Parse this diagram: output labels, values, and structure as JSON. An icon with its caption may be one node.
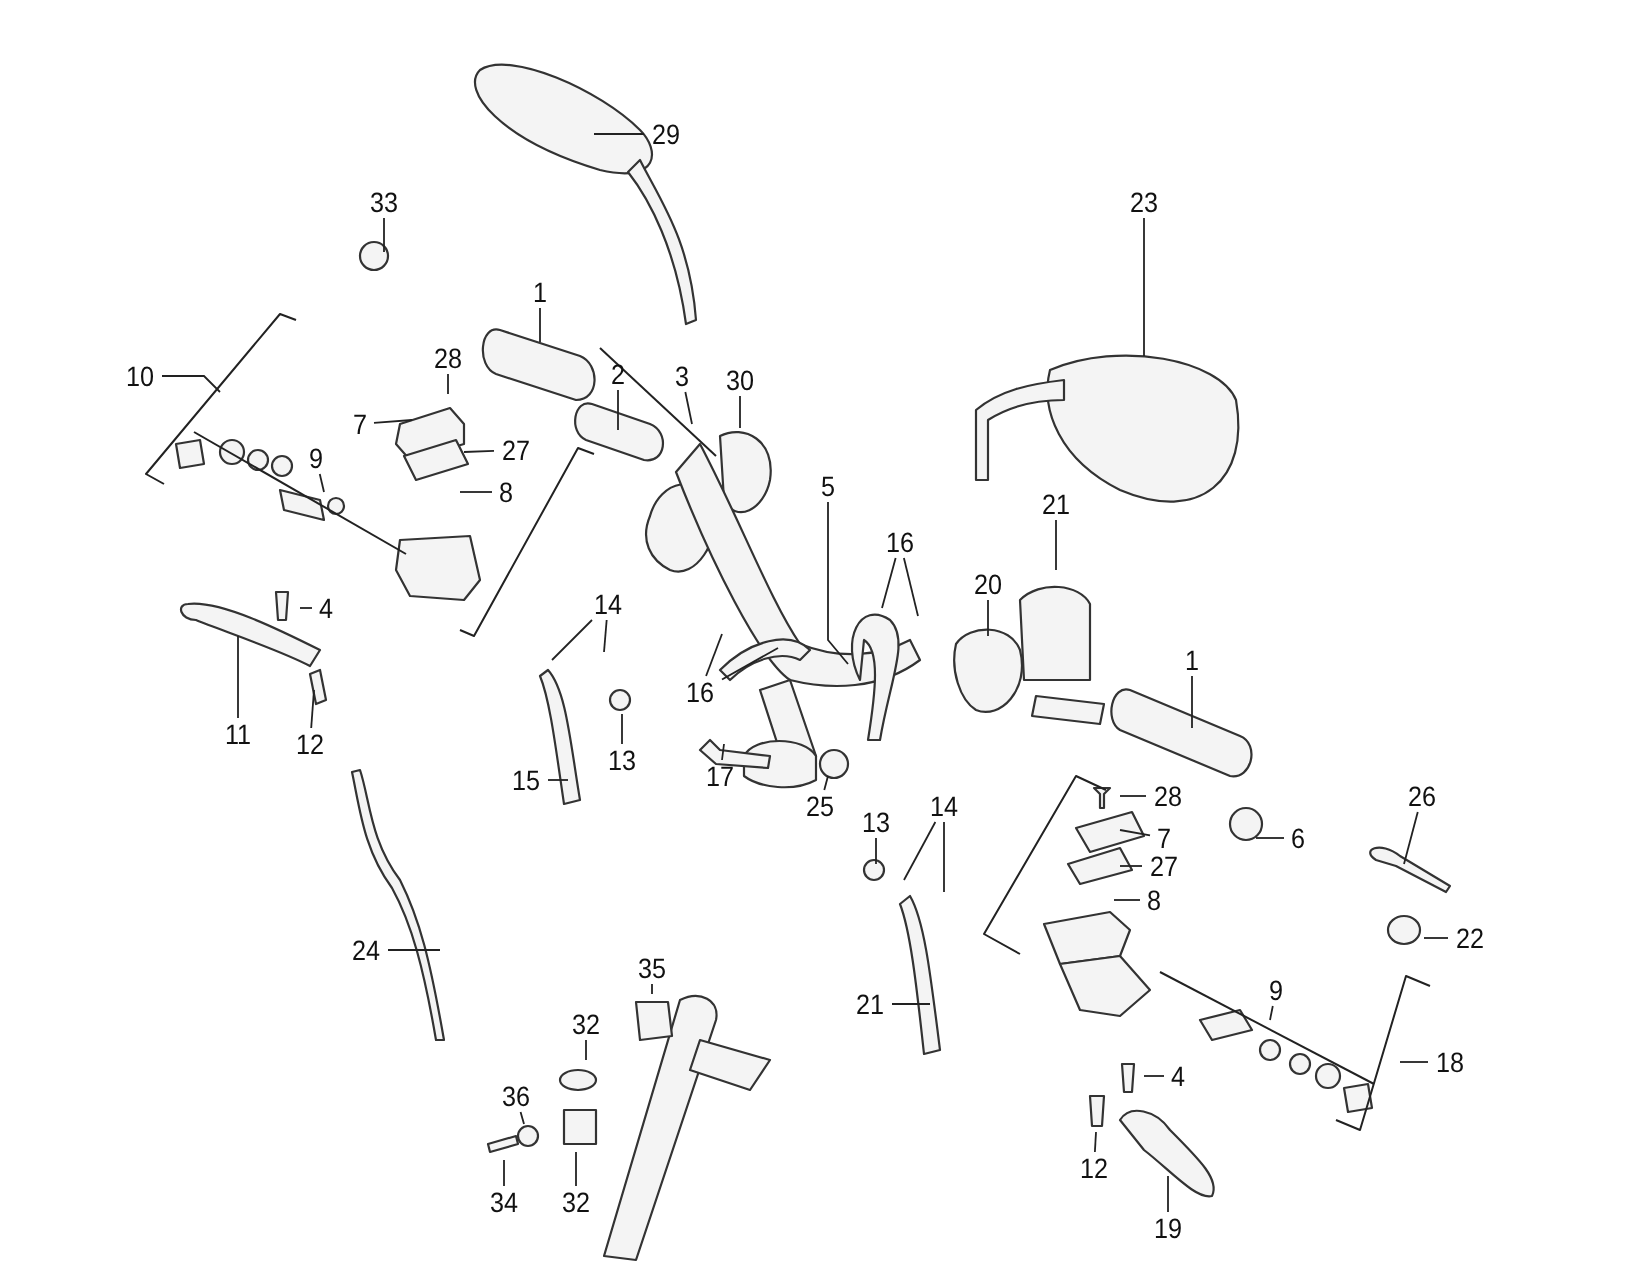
{
  "diagram": {
    "nodes": [
      {
        "text": [
          "29"
        ]
      },
      {
        "text": [
          "33"
        ]
      },
      {
        "text": [
          "1"
        ]
      },
      {
        "text": [
          "23"
        ]
      },
      {
        "text": [
          "28"
        ]
      },
      {
        "text": [
          "10"
        ]
      },
      {
        "text": [
          "2"
        ]
      },
      {
        "text": [
          "3"
        ]
      },
      {
        "text": [
          "30"
        ]
      },
      {
        "text": [
          "7"
        ]
      },
      {
        "text": [
          "27"
        ]
      },
      {
        "text": [
          "9"
        ]
      },
      {
        "text": [
          "8"
        ]
      },
      {
        "text": [
          "5"
        ]
      },
      {
        "text": [
          "16"
        ]
      },
      {
        "text": [
          "21"
        ]
      },
      {
        "text": [
          "20"
        ]
      },
      {
        "text": [
          "14"
        ]
      },
      {
        "text": [
          "4"
        ]
      },
      {
        "text": [
          "16"
        ]
      },
      {
        "text": [
          "1"
        ]
      },
      {
        "text": [
          "11"
        ]
      },
      {
        "text": [
          "12"
        ]
      },
      {
        "text": [
          "13"
        ]
      },
      {
        "text": [
          "15"
        ]
      },
      {
        "text": [
          "17"
        ]
      },
      {
        "text": [
          "25"
        ]
      },
      {
        "text": [
          "28"
        ]
      },
      {
        "text": [
          "26"
        ]
      },
      {
        "text": [
          "7"
        ]
      },
      {
        "text": [
          "6"
        ]
      },
      {
        "text": [
          "13"
        ]
      },
      {
        "text": [
          "14"
        ]
      },
      {
        "text": [
          "27"
        ]
      },
      {
        "text": [
          "8"
        ]
      },
      {
        "text": [
          "22"
        ]
      },
      {
        "text": [
          "35"
        ]
      },
      {
        "text": [
          "21"
        ]
      },
      {
        "text": [
          "24"
        ]
      },
      {
        "text": [
          "9"
        ]
      },
      {
        "text": [
          "32"
        ]
      },
      {
        "text": [
          "18"
        ]
      },
      {
        "text": [
          "4"
        ]
      },
      {
        "text": [
          "36"
        ]
      },
      {
        "text": [
          "12"
        ]
      },
      {
        "text": [
          "34"
        ]
      },
      {
        "text": [
          "32"
        ]
      },
      {
        "text": [
          "19"
        ]
      }
    ],
    "edges": [
      {
        "from": 0,
        "to": null,
        "arrow": "none"
      },
      {
        "from": 1,
        "to": null,
        "arrow": "none"
      },
      {
        "from": 2,
        "to": null,
        "arrow": "none"
      },
      {
        "from": 3,
        "to": null,
        "arrow": "none"
      },
      {
        "from": 4,
        "to": null,
        "arrow": "none"
      },
      {
        "from": 5,
        "to": null,
        "arrow": "none"
      },
      {
        "from": 6,
        "to": null,
        "arrow": "none"
      },
      {
        "from": 7,
        "to": null,
        "arrow": "none"
      },
      {
        "from": 8,
        "to": null,
        "arrow": "none"
      },
      {
        "from": 9,
        "to": null,
        "arrow": "none"
      },
      {
        "from": 10,
        "to": null,
        "arrow": "none"
      },
      {
        "from": 11,
        "to": null,
        "arrow": "none"
      },
      {
        "from": 12,
        "to": null,
        "arrow": "none"
      },
      {
        "from": 13,
        "to": null,
        "arrow": "none"
      },
      {
        "from": 14,
        "to": null,
        "arrow": "none"
      },
      {
        "from": 14,
        "to": null,
        "arrow": "none"
      },
      {
        "from": 15,
        "to": null,
        "arrow": "none"
      },
      {
        "from": 16,
        "to": null,
        "arrow": "none"
      },
      {
        "from": 17,
        "to": null,
        "arrow": "none"
      },
      {
        "from": 17,
        "to": null,
        "arrow": "none"
      },
      {
        "from": 18,
        "to": null,
        "arrow": "none"
      },
      {
        "from": 19,
        "to": null,
        "arrow": "none"
      },
      {
        "from": 19,
        "to": null,
        "arrow": "none"
      },
      {
        "from": 20,
        "to": null,
        "arrow": "none"
      },
      {
        "from": 21,
        "to": null,
        "arrow": "none"
      },
      {
        "from": 22,
        "to": null,
        "arrow": "none"
      },
      {
        "from": 23,
        "to": null,
        "arrow": "none"
      },
      {
        "from": 24,
        "to": null,
        "arrow": "none"
      },
      {
        "from": 25,
        "to": null,
        "arrow": "none"
      },
      {
        "from": 26,
        "to": null,
        "arrow": "none"
      },
      {
        "from": 27,
        "to": null,
        "arrow": "none"
      },
      {
        "from": 28,
        "to": null,
        "arrow": "none"
      },
      {
        "from": 29,
        "to": null,
        "arrow": "none"
      },
      {
        "from": 30,
        "to": null,
        "arrow": "none"
      },
      {
        "from": 31,
        "to": null,
        "arrow": "none"
      },
      {
        "from": 32,
        "to": null,
        "arrow": "none"
      },
      {
        "from": 32,
        "to": null,
        "arrow": "none"
      },
      {
        "from": 33,
        "to": null,
        "arrow": "none"
      },
      {
        "from": 34,
        "to": null,
        "arrow": "none"
      },
      {
        "from": 35,
        "to": null,
        "arrow": "none"
      },
      {
        "from": 36,
        "to": null,
        "arrow": "none"
      },
      {
        "from": 37,
        "to": null,
        "arrow": "none"
      },
      {
        "from": 38,
        "to": null,
        "arrow": "none"
      },
      {
        "from": 39,
        "to": null,
        "arrow": "none"
      },
      {
        "from": 40,
        "to": null,
        "arrow": "none"
      },
      {
        "from": 41,
        "to": null,
        "arrow": "none"
      },
      {
        "from": 42,
        "to": null,
        "arrow": "none"
      },
      {
        "from": 43,
        "to": null,
        "arrow": "none"
      },
      {
        "from": 44,
        "to": null,
        "arrow": "none"
      },
      {
        "from": 45,
        "to": null,
        "arrow": "none"
      },
      {
        "from": 46,
        "to": null,
        "arrow": "none"
      },
      {
        "from": 47,
        "to": null,
        "arrow": "none"
      }
    ]
  }
}
